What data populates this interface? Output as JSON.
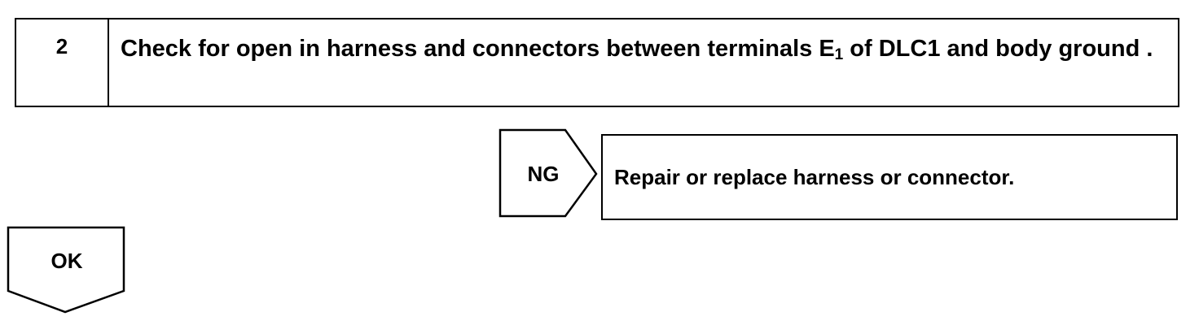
{
  "step": {
    "number": "2",
    "text_before_subscript": "Check for open in harness and connectors between terminals E",
    "subscript": "1",
    "text_after_subscript": " of DLC1 and body ground ."
  },
  "ng_branch": {
    "label": "NG",
    "result_text": "Repair or replace harness or connector."
  },
  "ok_branch": {
    "label": "OK"
  }
}
